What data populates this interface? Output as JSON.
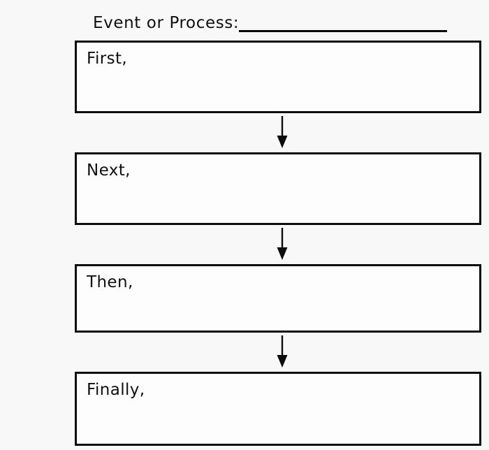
{
  "worksheet": {
    "title": {
      "label": "Event or Process:",
      "blank_line": true
    },
    "steps": [
      {
        "label": "First,",
        "name": "step-first"
      },
      {
        "label": "Next,",
        "name": "step-next"
      },
      {
        "label": "Then,",
        "name": "step-then"
      },
      {
        "label": "Finally,",
        "name": "step-finally"
      }
    ],
    "connectors": [
      {
        "icon": "arrow-down-icon"
      },
      {
        "icon": "arrow-down-icon"
      },
      {
        "icon": "arrow-down-icon"
      }
    ],
    "colors": {
      "background": "#f8f8f8",
      "box_fill": "#fdfdfd",
      "ink": "#0d0d0d"
    }
  }
}
